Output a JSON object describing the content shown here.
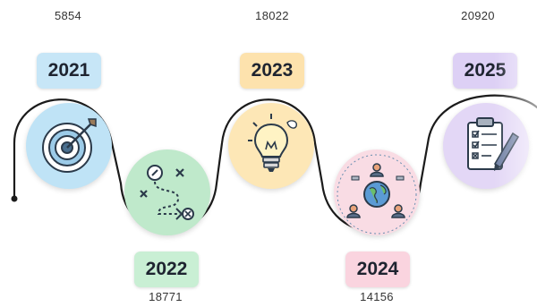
{
  "milestones": [
    {
      "year": "2021",
      "value": "5854",
      "color": "#c7e6f7",
      "circle_color": "#bfe3f6",
      "icon": "target-icon"
    },
    {
      "year": "2022",
      "value": "18771",
      "color": "#c9efd4",
      "circle_color": "#bfe9cb",
      "icon": "route-map-icon"
    },
    {
      "year": "2023",
      "value": "18022",
      "color": "#fde2ad",
      "circle_color": "#fde7b6",
      "icon": "lightbulb-icon"
    },
    {
      "year": "2024",
      "value": "14156",
      "color": "#fad4df",
      "circle_color": "#f9dce4",
      "icon": "globe-network-icon"
    },
    {
      "year": "2025",
      "value": "20920",
      "color": "#ddd0f5",
      "circle_color": "#e3d7f6",
      "icon": "clipboard-checklist-icon"
    }
  ]
}
